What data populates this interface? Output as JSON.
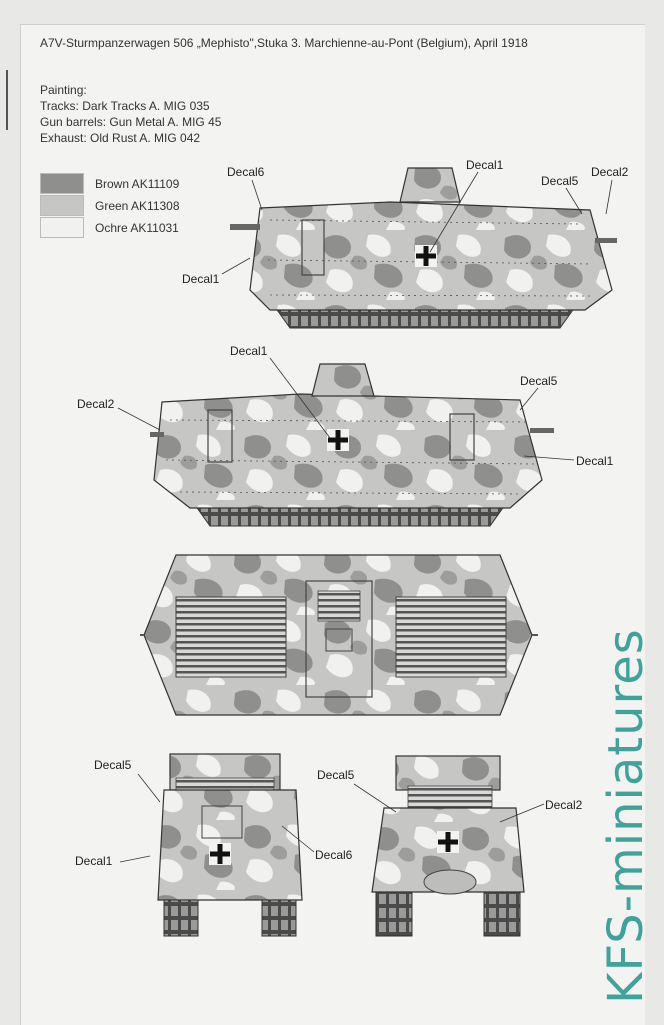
{
  "header": {
    "title": "A7V-Sturmpanzerwagen 506 „Mephisto\",Stuka 3. Marchienne-au-Pont (Belgium), April 1918"
  },
  "painting": {
    "heading": "Painting:",
    "lines": [
      "Tracks: Dark Tracks A. MIG 035",
      "Gun barrels: Gun Metal A. MIG 45",
      "Exhaust: Old Rust A. MIG 042"
    ]
  },
  "swatches": [
    {
      "label": "Brown AK11109",
      "color": "#8f8f8d"
    },
    {
      "label": "Green AK11308",
      "color": "#c6c6c4"
    },
    {
      "label": "Ochre AK11031",
      "color": "#f1f1ef"
    }
  ],
  "callouts": {
    "side1": {
      "decal6": "Decal6",
      "decal1_top": "Decal1",
      "decal5": "Decal5",
      "decal2": "Decal2",
      "decal1_left": "Decal1"
    },
    "side2": {
      "decal1_top": "Decal1",
      "decal2": "Decal2",
      "decal5": "Decal5",
      "decal1_right": "Decal1"
    },
    "front": {
      "decal5": "Decal5",
      "decal1": "Decal1",
      "decal6": "Decal6"
    },
    "rear": {
      "decal5": "Decal5",
      "decal2": "Decal2"
    }
  },
  "watermark": "KFS-miniatures",
  "colors": {
    "camo_dark": "#8f8f8d",
    "camo_mid": "#c6c6c4",
    "camo_light": "#f1f1ef",
    "track": "#3a3a3a",
    "watermark": "#3fa29b"
  },
  "icons": [
    "iron-cross-icon"
  ]
}
